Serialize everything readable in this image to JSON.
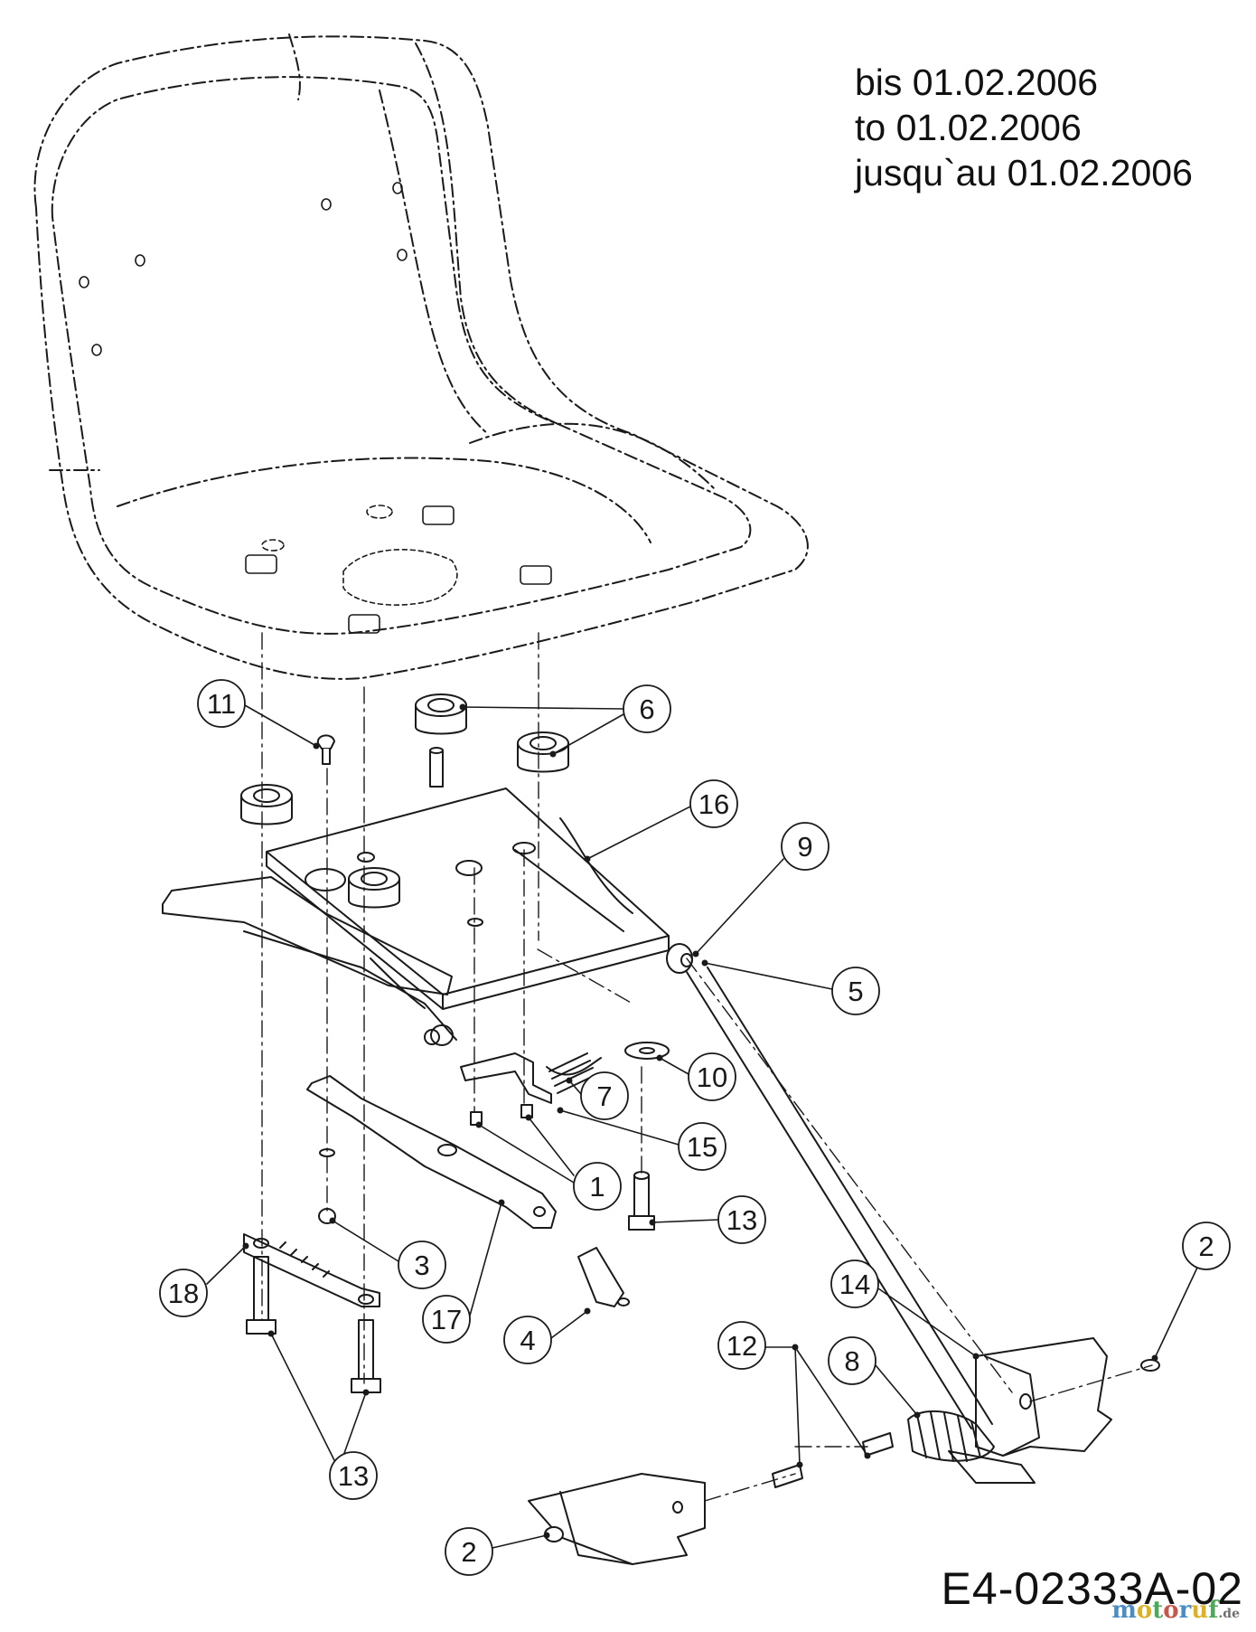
{
  "header_lines": [
    "bis 01.02.2006",
    "to 01.02.2006",
    "jusqu`au 01.02.2006"
  ],
  "drawing_code": "E4-02333A-02",
  "watermark": {
    "letters": [
      "m",
      "o",
      "t",
      "o",
      "r",
      "u",
      "f"
    ],
    "letter_colors": [
      "#2a7ab8",
      "#d9a400",
      "#2f9a3a",
      "#c0392b",
      "#2a7ab8",
      "#d9a400",
      "#2f9a3a"
    ],
    "suffix": ".de"
  },
  "callout_labels": [
    "11",
    "6",
    "16",
    "9",
    "5",
    "10",
    "7",
    "15",
    "1",
    "13",
    "3",
    "18",
    "17",
    "4",
    "13",
    "12",
    "8",
    "14",
    "2",
    "2"
  ],
  "colors": {
    "line": "#1a1a1a",
    "background": "#ffffff"
  }
}
